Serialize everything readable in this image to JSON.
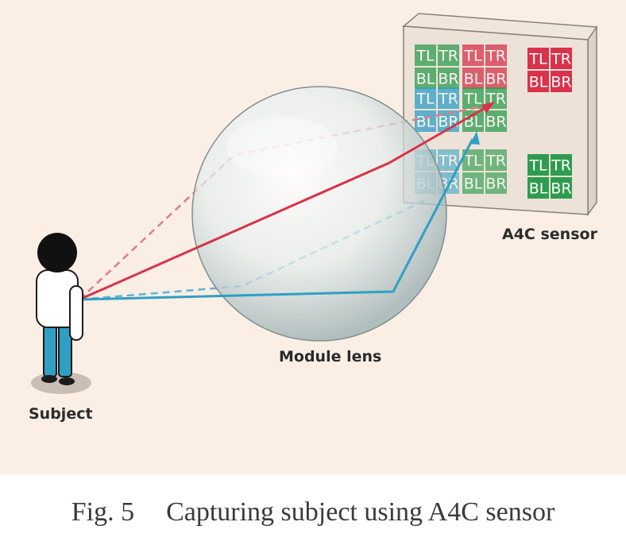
{
  "labels": {
    "sensor": "A4C sensor",
    "lens": "Module lens",
    "subject": "Subject"
  },
  "caption": {
    "number": "Fig. 5",
    "text": "Capturing subject using A4C sensor"
  },
  "pixel_cells": [
    "TL",
    "TR",
    "BL",
    "BR"
  ],
  "colors": {
    "red": "#d9324a",
    "green": "#2e9c4e",
    "blue": "#2f9fc4",
    "background": "#faeee5"
  }
}
